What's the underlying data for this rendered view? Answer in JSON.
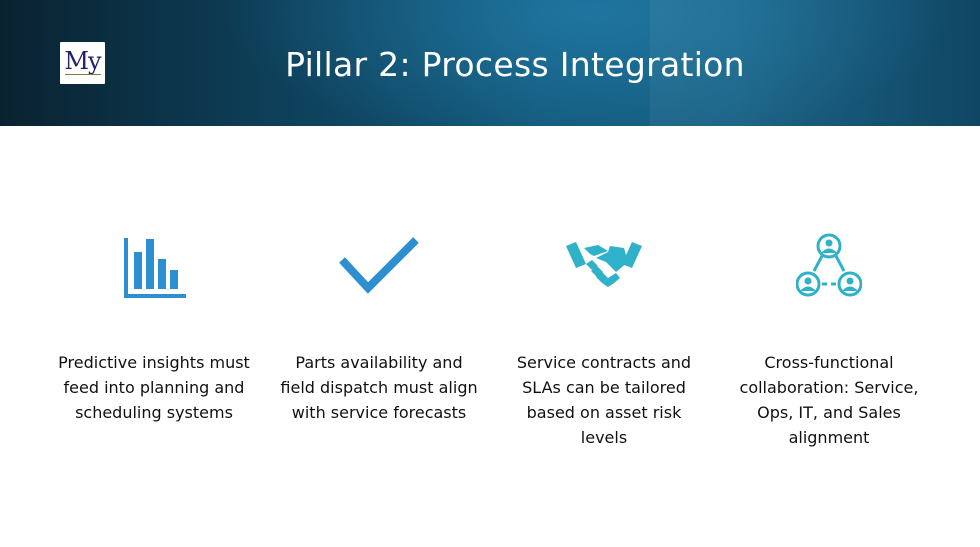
{
  "slide": {
    "title": "Pillar 2: Process Integration",
    "logo": {
      "mark": "My",
      "name": "logo"
    }
  },
  "pillars": [
    {
      "icon": "bar-chart-icon",
      "text": "Predictive insights must feed into planning and scheduling systems"
    },
    {
      "icon": "checkmark-icon",
      "text": "Parts availability and field dispatch must align with service forecasts"
    },
    {
      "icon": "handshake-icon",
      "text": "Service contracts and SLAs can be tailored based on asset risk levels"
    },
    {
      "icon": "team-network-icon",
      "text": "Cross-functional collaboration: Service, Ops, IT, and Sales alignment"
    }
  ],
  "colors": {
    "icon_blue": "#2e8fd0",
    "icon_teal": "#2fb2c9",
    "header_dark": "#0a2230",
    "header_mid": "#13587a",
    "text": "#111111"
  }
}
